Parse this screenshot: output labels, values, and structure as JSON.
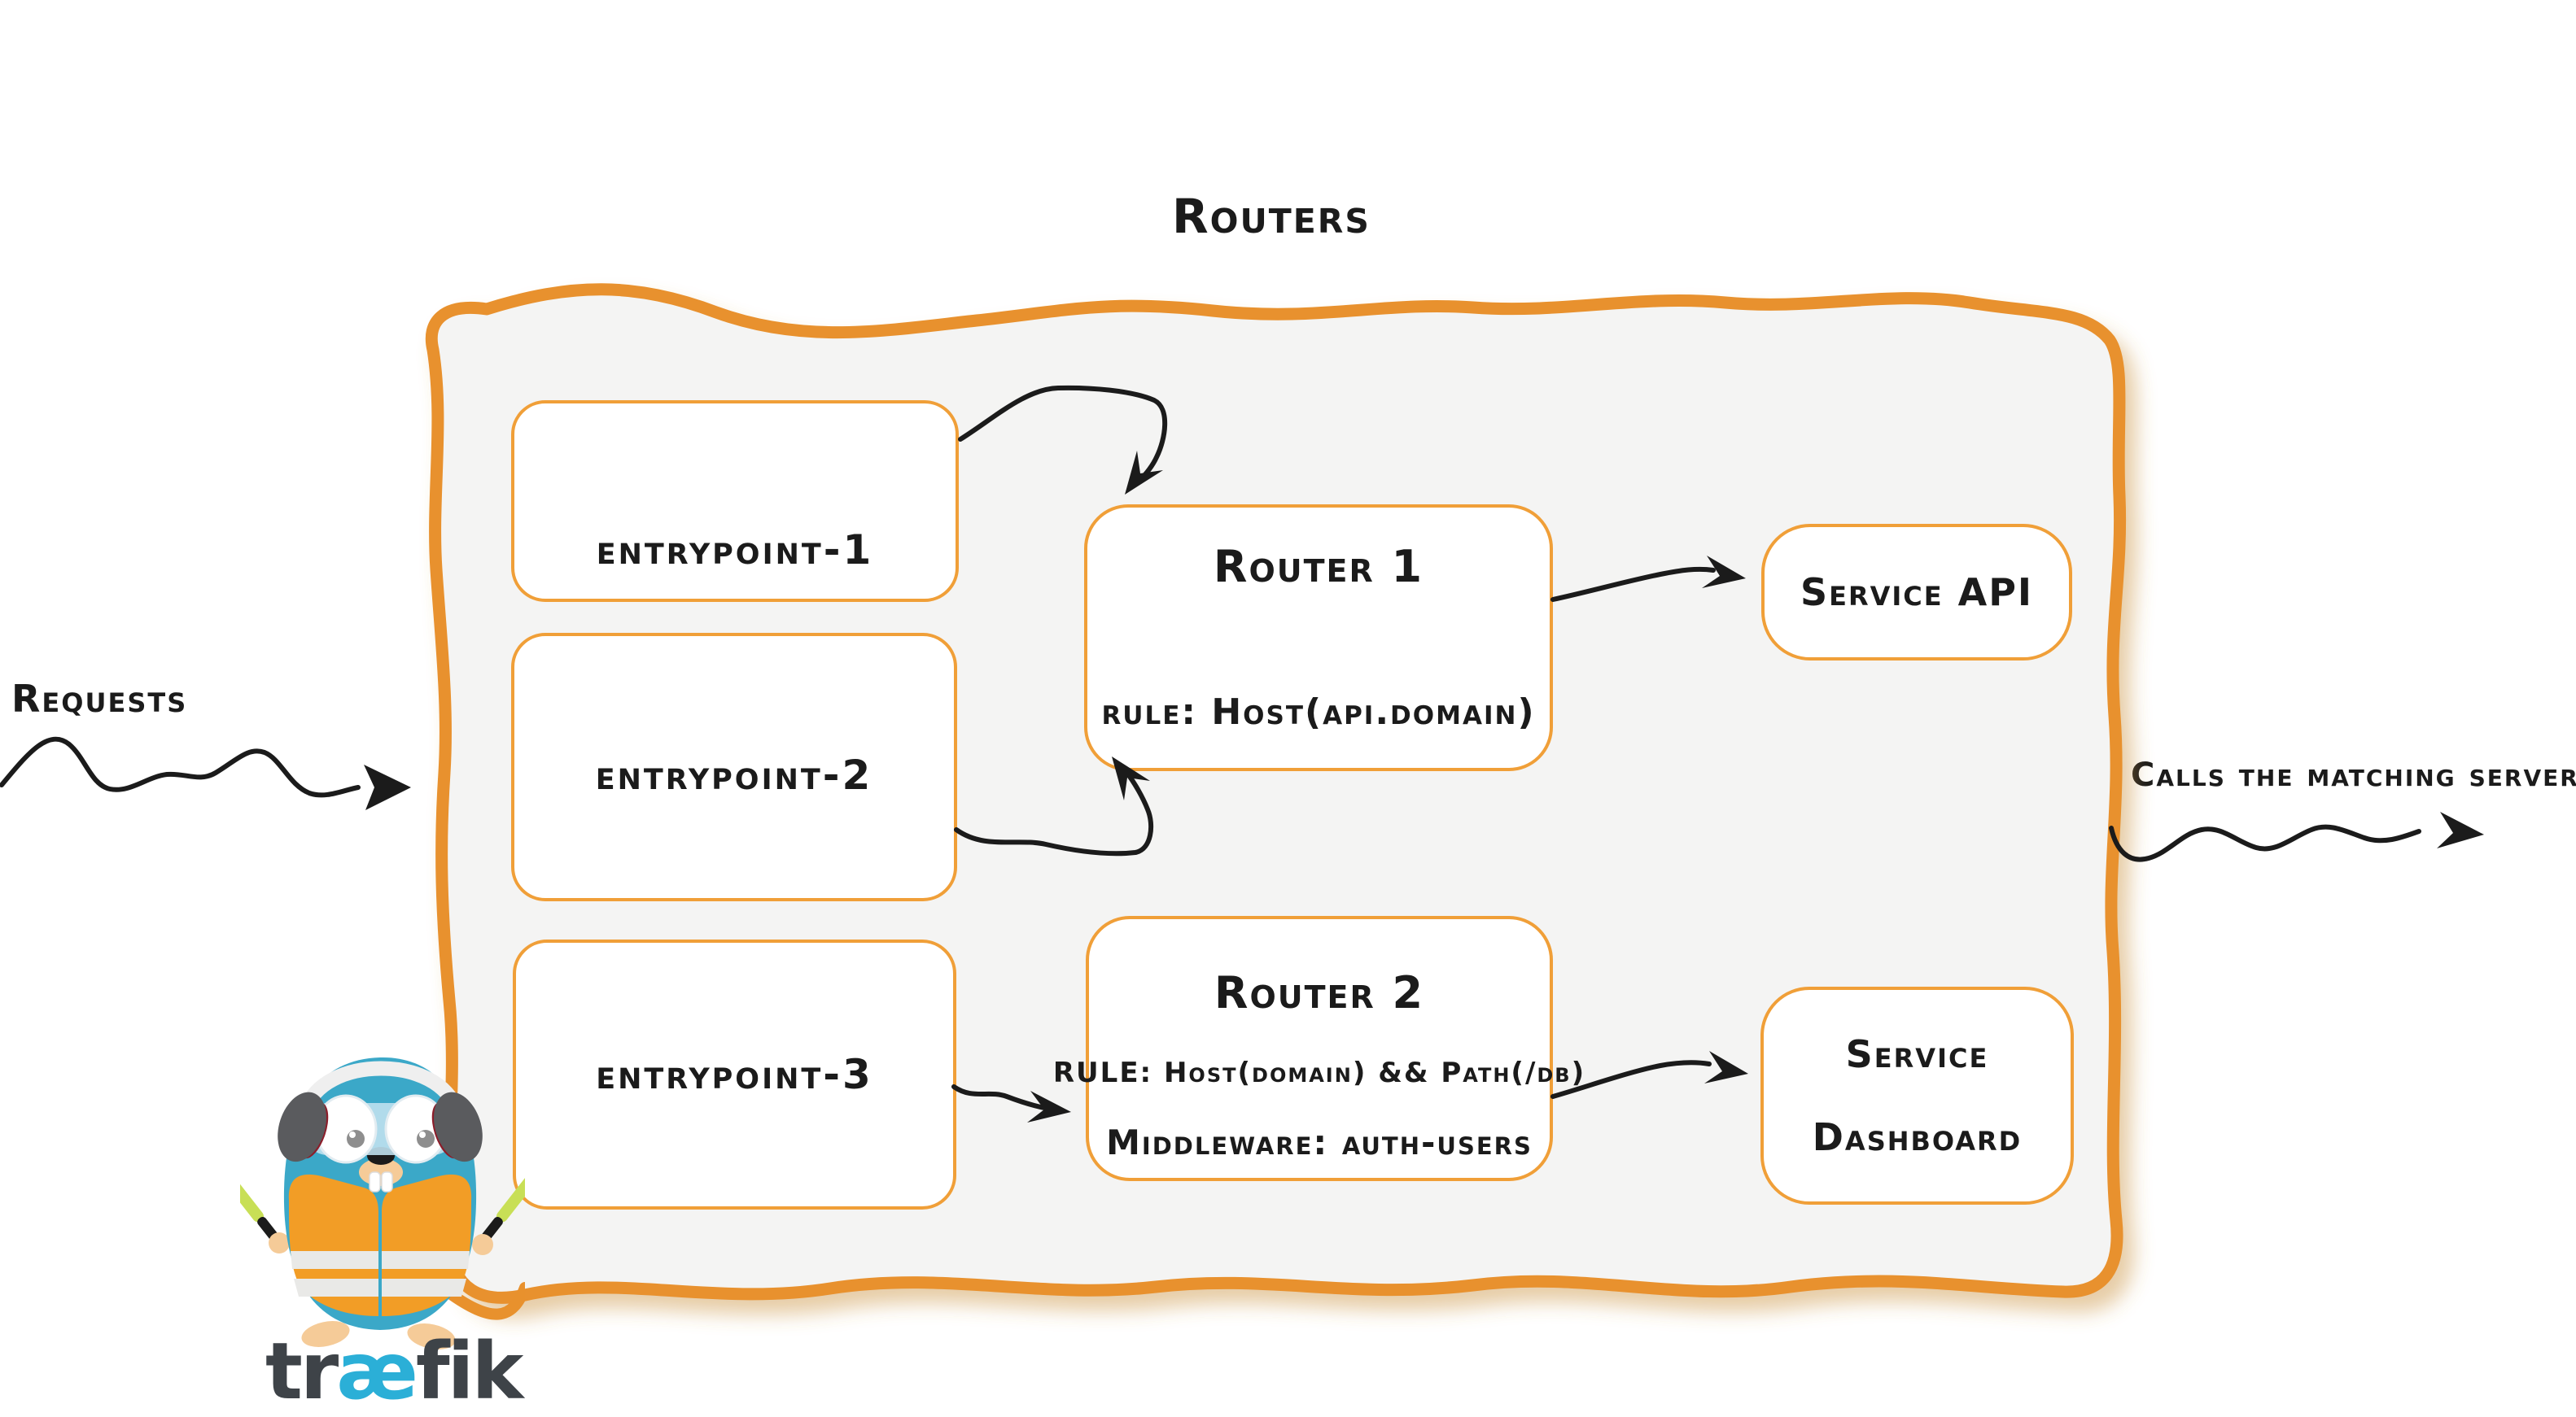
{
  "title": "Routers",
  "outside": {
    "requests_label": "Requests",
    "calls_label": "Calls the matching server"
  },
  "entrypoints": [
    {
      "label": "entrypoint-1"
    },
    {
      "label": "entrypoint-2"
    },
    {
      "label": "entrypoint-3"
    }
  ],
  "routers": [
    {
      "name": "Router 1",
      "rule": "rule: Host(api.domain)"
    },
    {
      "name": "Router 2",
      "rule": "RULE: Host(domain) && Path(/db)",
      "middleware": "Middleware: auth-users"
    }
  ],
  "services": [
    {
      "name": "Service API"
    },
    {
      "name_line1": "Service",
      "name_line2": "Dashboard"
    }
  ],
  "logo": {
    "pre": "tr",
    "mid": "æ",
    "post": "fik"
  },
  "colors": {
    "frame_orange": "#E8912D",
    "box_border_orange": "#F09F38",
    "container_fill": "#F4F4F3",
    "ink": "#1B1B1B",
    "logo_dark": "#3E4348",
    "logo_blue": "#2BAFD7",
    "gopher_teal": "#3BA8C8",
    "vest_orange": "#F29D26",
    "baton_green": "#C8DF56"
  }
}
